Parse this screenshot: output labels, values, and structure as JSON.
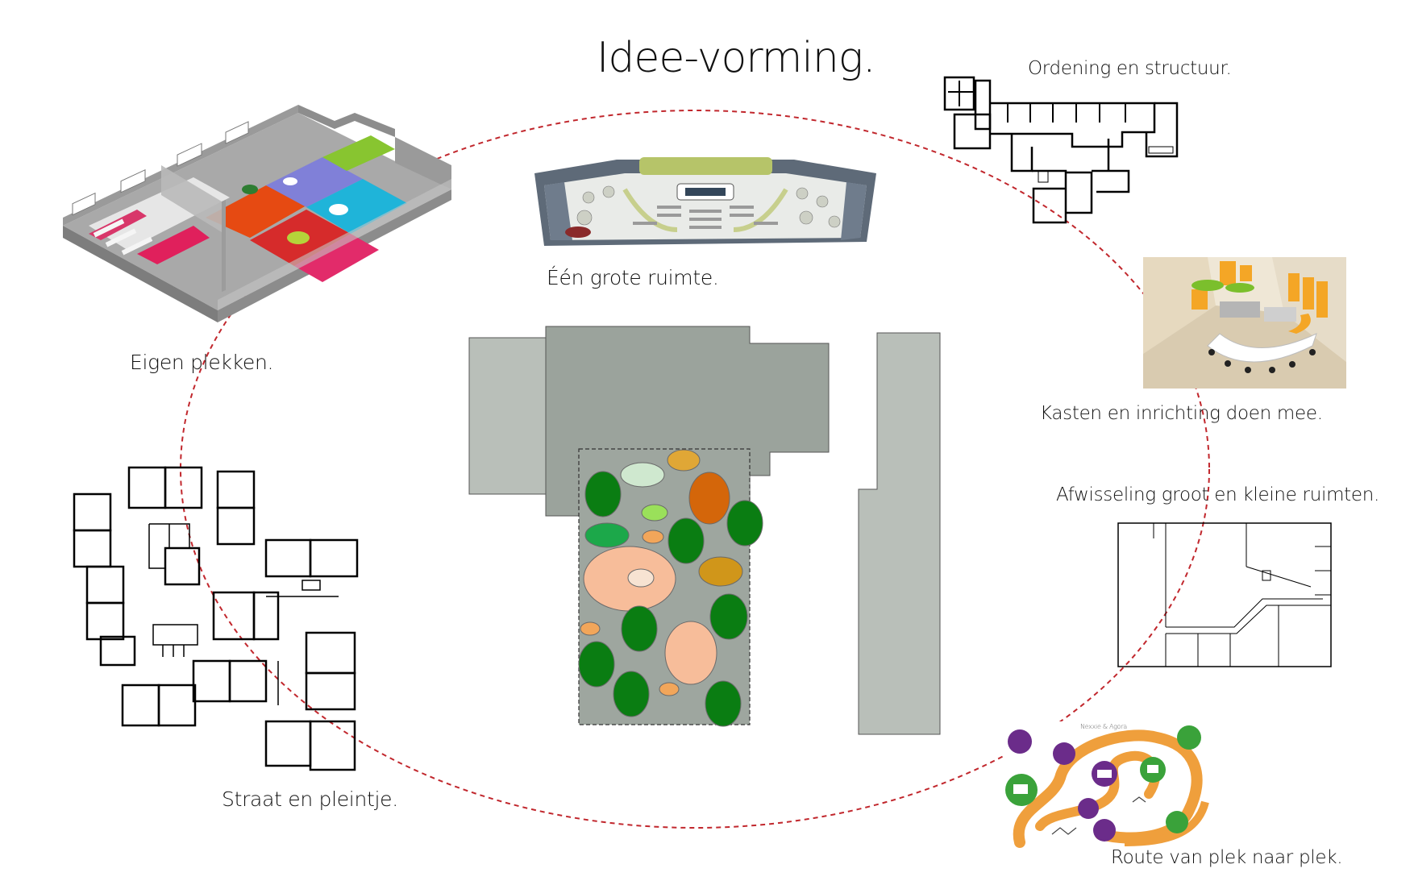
{
  "title": "Idee-vorming.",
  "labels": {
    "eigen_plekken": "Eigen plekken.",
    "een_grote_ruimte": "Één grote ruimte.",
    "ordening": "Ordening en structuur.",
    "kasten": "Kasten en inrichting doen mee.",
    "afwisseling": "Afwisseling groot en kleine ruimten.",
    "straat": "Straat en pleintje.",
    "route": "Route van plek naar plek.",
    "route_map_caption": "Nexxie & Agora"
  },
  "colors": {
    "ellipse_stroke": "#c1272d",
    "building_dark": "#9aa29b",
    "building_light": "#b9bfb9",
    "courtyard": "#9ea69f",
    "tree_green": "#0a7d12",
    "salmon": "#f7bd9a",
    "orange": "#e3a23a",
    "route_orange": "#ef9f3c",
    "purple": "#6b2c8a"
  }
}
